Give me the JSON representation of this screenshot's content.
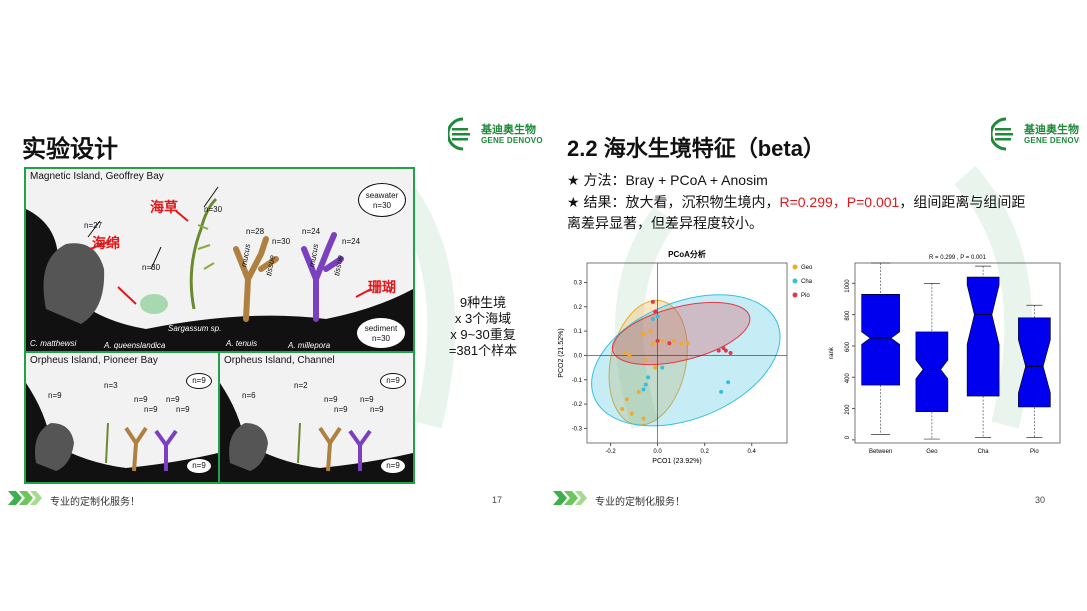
{
  "left_slide": {
    "title": "实验设计",
    "logo": {
      "cn": "基迪奥生物",
      "en": "GENE DENOVO"
    },
    "footer": {
      "text": "专业的定制化服务！",
      "page": "17"
    },
    "panels": {
      "main": {
        "title": "Magnetic Island, Geoffrey Bay",
        "counts": [
          "n=27",
          "n=30",
          "n=30",
          "n=28",
          "n=30",
          "n=24",
          "n=24"
        ],
        "seawater": [
          "seawater",
          "n=30"
        ],
        "sediment": [
          "sediment",
          "n=30"
        ],
        "species": [
          "C. matthewsi",
          "A. queenslandica",
          "Sargassum sp.",
          "A. tenuis",
          "A. millepora"
        ],
        "tags": [
          "mucus",
          "tissue",
          "mucus",
          "tissue"
        ],
        "red_labels": {
          "sponge": "海绵",
          "seaweed": "海草",
          "coral": "珊瑚"
        }
      },
      "pioneer": {
        "title": "Orpheus Island, Pioneer Bay",
        "counts": [
          "n=9",
          "n=3",
          "n=9",
          "n=9",
          "n=9",
          "n=9"
        ],
        "seawater": "n=9",
        "sediment": "n=9"
      },
      "channel": {
        "title": "Orpheus Island, Channel",
        "counts": [
          "n=6",
          "n=2",
          "n=9",
          "n=9",
          "n=9",
          "n=9"
        ],
        "seawater": "n=9",
        "sediment": "n=9"
      }
    },
    "sample_summary": [
      "9种生境",
      "x 3个海域",
      "x 9~30重复",
      "=381个样本"
    ]
  },
  "right_slide": {
    "title": "2.2 海水生境特征（beta）",
    "logo": {
      "cn": "基迪奥生物",
      "en": "GENE DENOVO"
    },
    "footer": {
      "text": "专业的定制化服务！",
      "page": "30"
    },
    "bullet1": "★ 方法：Bray + PCoA + Anosim",
    "bullet2_prefix": "★ 结果：放大看，沉积物生境内，",
    "bullet2_red": "R=0.299，P=0.001",
    "bullet2_suffix": "，组间距离与组间距",
    "bullet2_line2": "离差异显著，但差异程度较小。",
    "colors": {
      "Geo": "#f0a830",
      "Cha": "#33c0e0",
      "Pio": "#e03a48"
    }
  },
  "chart_data": [
    {
      "type": "scatter",
      "title": "PCoA分析",
      "xlabel": "PCO1 (23.92%)",
      "ylabel": "PCO2 (21.52%)",
      "xlim": [
        -0.3,
        0.55
      ],
      "ylim": [
        -0.36,
        0.38
      ],
      "xticks": [
        -0.2,
        0.0,
        0.2,
        0.4
      ],
      "yticks": [
        -0.3,
        -0.2,
        -0.1,
        0.0,
        0.1,
        0.2,
        0.3
      ],
      "legend": "right",
      "series": [
        {
          "name": "Geo",
          "color": "#f0a830",
          "x": [
            -0.06,
            -0.03,
            -0.14,
            -0.12,
            -0.05,
            0.02,
            -0.02,
            -0.08,
            -0.13,
            -0.15,
            -0.11,
            -0.06,
            0.07,
            0.05,
            -0.01,
            0.1,
            0.13
          ],
          "y": [
            0.09,
            0.1,
            0.01,
            0.0,
            -0.02,
            0.06,
            0.05,
            -0.15,
            -0.18,
            -0.22,
            -0.24,
            -0.26,
            0.06,
            0.05,
            -0.05,
            0.05,
            0.05
          ],
          "ellipse": {
            "cx": -0.04,
            "cy": -0.03,
            "rx": 0.16,
            "ry": 0.26,
            "angle": 12
          }
        },
        {
          "name": "Cha",
          "color": "#33c0e0",
          "x": [
            -0.02,
            0.0,
            0.02,
            -0.06,
            -0.05,
            -0.04,
            0.27,
            0.3
          ],
          "y": [
            0.15,
            0.16,
            -0.05,
            -0.14,
            -0.12,
            -0.09,
            -0.15,
            -0.11
          ],
          "ellipse": {
            "cx": 0.12,
            "cy": -0.02,
            "rx": 0.42,
            "ry": 0.24,
            "angle": -22
          }
        },
        {
          "name": "Pio",
          "color": "#e03a48",
          "x": [
            -0.02,
            -0.01,
            0.0,
            0.05,
            0.26,
            0.28,
            0.29,
            0.31
          ],
          "y": [
            0.22,
            0.18,
            0.06,
            0.05,
            0.02,
            0.03,
            0.02,
            0.01
          ],
          "ellipse": {
            "cx": 0.1,
            "cy": 0.09,
            "rx": 0.3,
            "ry": 0.11,
            "angle": -14
          }
        }
      ]
    },
    {
      "type": "box",
      "title": "R = 0.299 , P = 0.001",
      "xlabel": "",
      "ylabel": "rank",
      "ylim": [
        -20,
        1130
      ],
      "yticks": [
        0,
        200,
        400,
        600,
        800,
        1000
      ],
      "categories": [
        "Between",
        "Geo",
        "Cha",
        "Pio"
      ],
      "boxes": [
        {
          "name": "Between",
          "min": 35,
          "q1": 350,
          "median": 650,
          "q3": 930,
          "max": 1130,
          "notch_low": 610,
          "notch_high": 690
        },
        {
          "name": "Geo",
          "min": 5,
          "q1": 180,
          "median": 450,
          "q3": 690,
          "max": 1000,
          "notch_low": 390,
          "notch_high": 510
        },
        {
          "name": "Cha",
          "min": 15,
          "q1": 280,
          "median": 800,
          "q3": 1040,
          "max": 1110,
          "notch_low": 610,
          "notch_high": 990
        },
        {
          "name": "Pio",
          "min": 15,
          "q1": 210,
          "median": 470,
          "q3": 780,
          "max": 860,
          "notch_low": 300,
          "notch_high": 640
        }
      ],
      "box_color": "#0000ee"
    }
  ]
}
